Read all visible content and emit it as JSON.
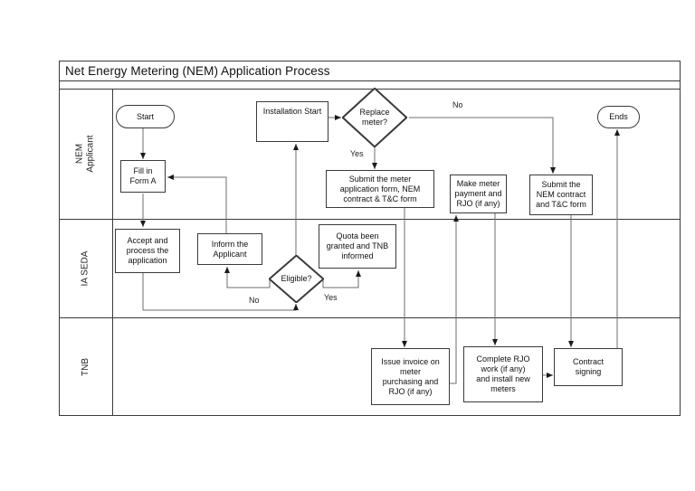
{
  "title": "Net Energy Metering (NEM) Application Process",
  "colors": {
    "border": "#3a3a3a",
    "connector": "#6e6e6e",
    "background": "#ffffff",
    "text": "#111111"
  },
  "lanes": [
    {
      "label": "NEM\nApplicant"
    },
    {
      "label": "IA SEDA"
    },
    {
      "label": "TNB"
    }
  ],
  "nodes": {
    "start": {
      "type": "terminator",
      "lane": "NEM Applicant",
      "label": "Start"
    },
    "fill_form_a": {
      "type": "process",
      "lane": "NEM Applicant",
      "label": "Fill in\nForm A"
    },
    "installation_start": {
      "type": "process",
      "lane": "NEM Applicant",
      "label": "Installation Start"
    },
    "replace_meter": {
      "type": "decision",
      "lane": "NEM Applicant",
      "label": "Replace\nmeter?"
    },
    "submit_meter_application": {
      "type": "process",
      "lane": "NEM Applicant",
      "label": "Submit the meter\napplication form, NEM\ncontract & T&C form"
    },
    "make_meter_payment": {
      "type": "process",
      "lane": "NEM Applicant",
      "label": "Make meter\npayment and\nRJO (if any)"
    },
    "submit_nem_contract": {
      "type": "process",
      "lane": "NEM Applicant",
      "label": "Submit the\nNEM contract\nand T&C form"
    },
    "ends": {
      "type": "terminator",
      "lane": "NEM Applicant",
      "label": "Ends"
    },
    "accept_process": {
      "type": "process",
      "lane": "IA SEDA",
      "label": "Accept and\nprocess the\napplication"
    },
    "inform_applicant": {
      "type": "process",
      "lane": "IA SEDA",
      "label": "Inform the\nApplicant"
    },
    "quota_granted": {
      "type": "process",
      "lane": "IA SEDA",
      "label": "Quota been\ngranted and TNB\ninformed"
    },
    "eligible": {
      "type": "decision",
      "lane": "IA SEDA",
      "label": "Eligible?"
    },
    "issue_invoice": {
      "type": "process",
      "lane": "TNB",
      "label": "Issue invoice on\nmeter\npurchasing and\nRJO (if any)"
    },
    "complete_rjo": {
      "type": "process",
      "lane": "TNB",
      "label": "Complete RJO\nwork (if any)\nand install new\nmeters"
    },
    "contract_signing": {
      "type": "process",
      "lane": "TNB",
      "label": "Contract\nsigning"
    }
  },
  "edge_labels": {
    "replace_no": "No",
    "replace_yes": "Yes",
    "eligible_no": "No",
    "eligible_yes": "Yes"
  }
}
